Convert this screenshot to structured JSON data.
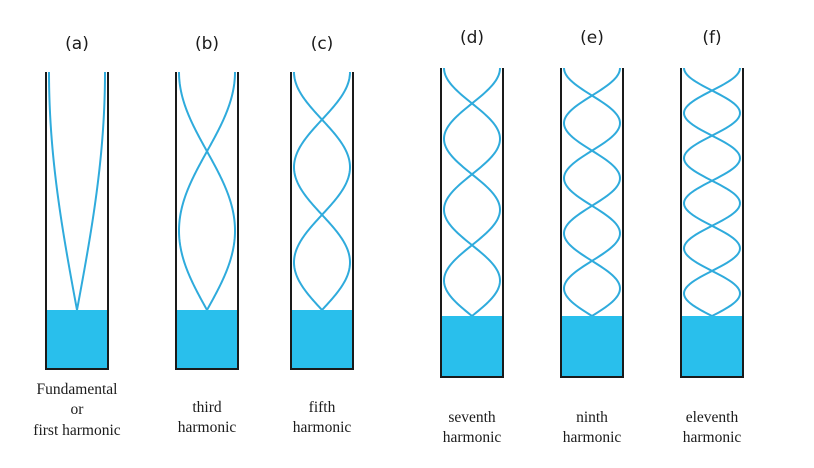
{
  "figure": {
    "type": "standing-waves-in-closed-air-columns",
    "wave_color": "#2fabdc",
    "water_color": "#29bfec",
    "outline_color": "#1a1a1a"
  },
  "tubes": [
    {
      "label": "(a)",
      "harmonic": 1,
      "caption": "Fundamental\nor\nfirst harmonic"
    },
    {
      "label": "(b)",
      "harmonic": 3,
      "caption": "third\nharmonic"
    },
    {
      "label": "(c)",
      "harmonic": 5,
      "caption": "fifth\nharmonic"
    },
    {
      "label": "(d)",
      "harmonic": 7,
      "caption": "seventh\nharmonic"
    },
    {
      "label": "(e)",
      "harmonic": 9,
      "caption": "ninth\nharmonic"
    },
    {
      "label": "(f)",
      "harmonic": 11,
      "caption": "eleventh\nharmonic"
    }
  ]
}
